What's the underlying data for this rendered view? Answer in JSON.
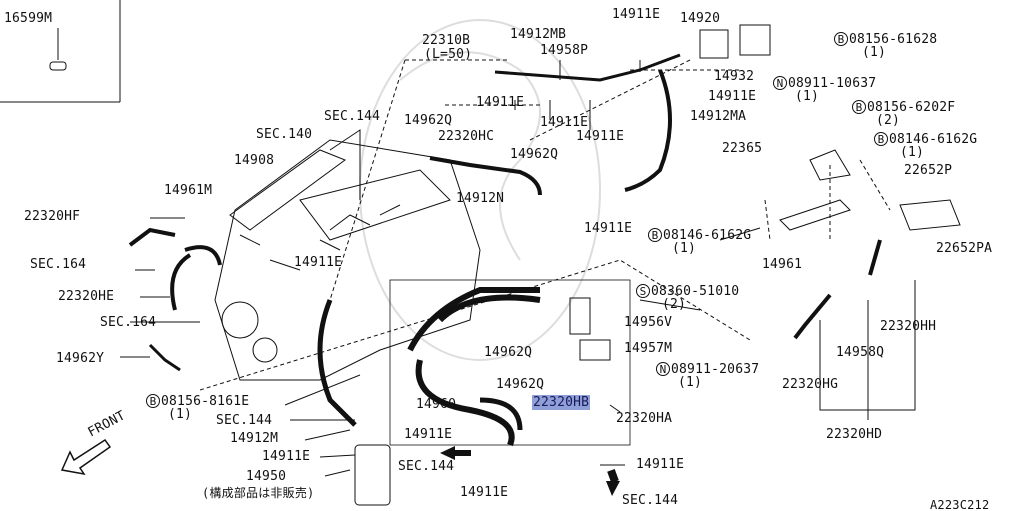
{
  "labels": {
    "p16599M": "16599M",
    "p22310B": "22310B",
    "p22310B_len": "(L=50)",
    "p14912MB": "14912MB",
    "p14958P": "14958P",
    "p14911E_a": "14911E",
    "p14920": "14920",
    "p08156_61628": "08156-61628",
    "p08156_61628_q": "(1)",
    "p14911E_b": "14911E",
    "p14911E_c": "14911E",
    "p14932": "14932",
    "p08911_10637": "08911-10637",
    "p08911_10637_q": "(1)",
    "p14911E_d": "14911E",
    "p14911E_e": "14911E",
    "p14912MA": "14912MA",
    "p08156_6202F": "08156-6202F",
    "p08156_6202F_q": "(2)",
    "pSEC144_a": "SEC.144",
    "p14962Q_a": "14962Q",
    "pSEC140": "SEC.140",
    "p22320HC": "22320HC",
    "p14962Q_b": "14962Q",
    "p08146_6162G_a": "08146-6162G",
    "p08146_6162G_a_q": "(1)",
    "p14908": "14908",
    "p22365": "22365",
    "p22652P": "22652P",
    "p14961M": "14961M",
    "p14912N": "14912N",
    "p22320HF": "22320HF",
    "p14911E_f": "14911E",
    "p08146_6162G_b": "08146-6162G",
    "p08146_6162G_b_q": "(1)",
    "p22652PA": "22652PA",
    "pSEC164_a": "SEC.164",
    "p14911E_g": "14911E",
    "p14961": "14961",
    "p22320HE": "22320HE",
    "p08360_51010": "08360-51010",
    "p08360_51010_q": "(2)",
    "pSEC164_b": "SEC.164",
    "p14956V": "14956V",
    "p22320HH": "22320HH",
    "p14962Y": "14962Y",
    "p14962Q_c": "14962Q",
    "p14957M": "14957M",
    "p14958Q": "14958Q",
    "p08911_20637": "08911-20637",
    "p08911_20637_q": "(1)",
    "p14962Q_d": "14962Q",
    "p22320HG": "22320HG",
    "p08156_8161E": "08156-8161E",
    "p08156_8161E_q": "(1)",
    "p14960": "14960",
    "p22320HB": "22320HB",
    "p22320HA": "22320HA",
    "pSEC144_b": "SEC.144",
    "pFRONT": "FRONT",
    "p14912M": "14912M",
    "p14911E_h": "14911E",
    "p22320HD": "22320HD",
    "p14911E_i": "14911E",
    "pSEC144_c": "SEC.144",
    "p14911E_j": "14911E",
    "p14950": "14950",
    "p14950_note": "(構成部品は非販売)",
    "p14911E_k": "14911E",
    "pSEC144_d": "SEC.144",
    "pDiagramCode": "A223C212"
  },
  "symbols": {
    "bolt_B": "B",
    "nut_N": "N",
    "screw_S": "S"
  },
  "colors": {
    "highlight": "#8fa0d8",
    "line": "#111111"
  }
}
